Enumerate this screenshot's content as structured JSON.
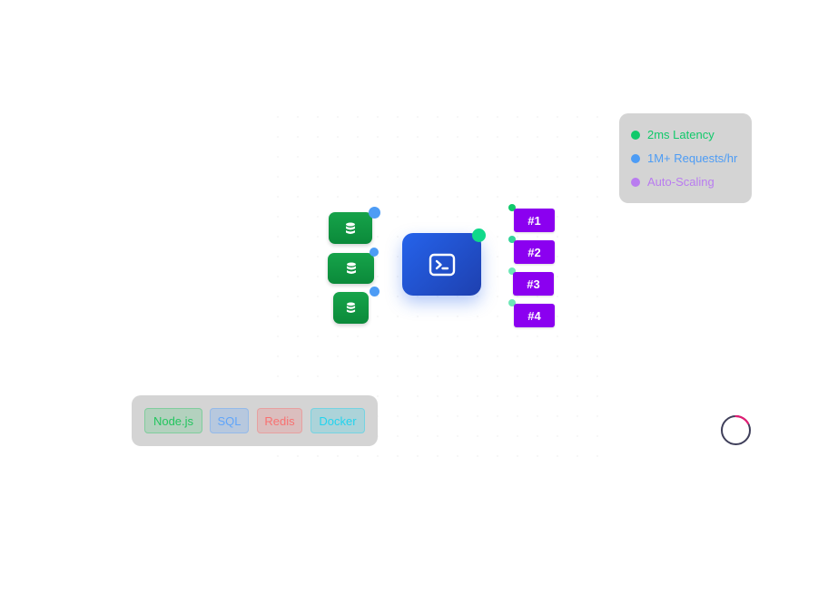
{
  "stats": {
    "items": [
      {
        "label": "2ms Latency",
        "color": "#10c96a"
      },
      {
        "label": "1M+ Requests/hr",
        "color": "#4d9cf5"
      },
      {
        "label": "Auto-Scaling",
        "color": "#b97cf0"
      }
    ]
  },
  "outputs": {
    "items": [
      {
        "label": "#1"
      },
      {
        "label": "#2"
      },
      {
        "label": "#3"
      },
      {
        "label": "#4"
      }
    ]
  },
  "tech": {
    "items": [
      {
        "label": "Node.js",
        "color": "#22c55e"
      },
      {
        "label": "SQL",
        "color": "#60a5fa"
      },
      {
        "label": "Redis",
        "color": "#f87171"
      },
      {
        "label": "Docker",
        "color": "#22d3ee"
      }
    ]
  },
  "icons": {
    "server": "terminal-icon",
    "database": "database-icon",
    "loader": "spinner-icon"
  },
  "colors": {
    "server": "#2563eb",
    "database": "#16a34a",
    "output_badge": "#8b00f0",
    "status_online": "#10d98a",
    "connector_blue": "#4d9cf5",
    "connector_green": "#34d399"
  }
}
